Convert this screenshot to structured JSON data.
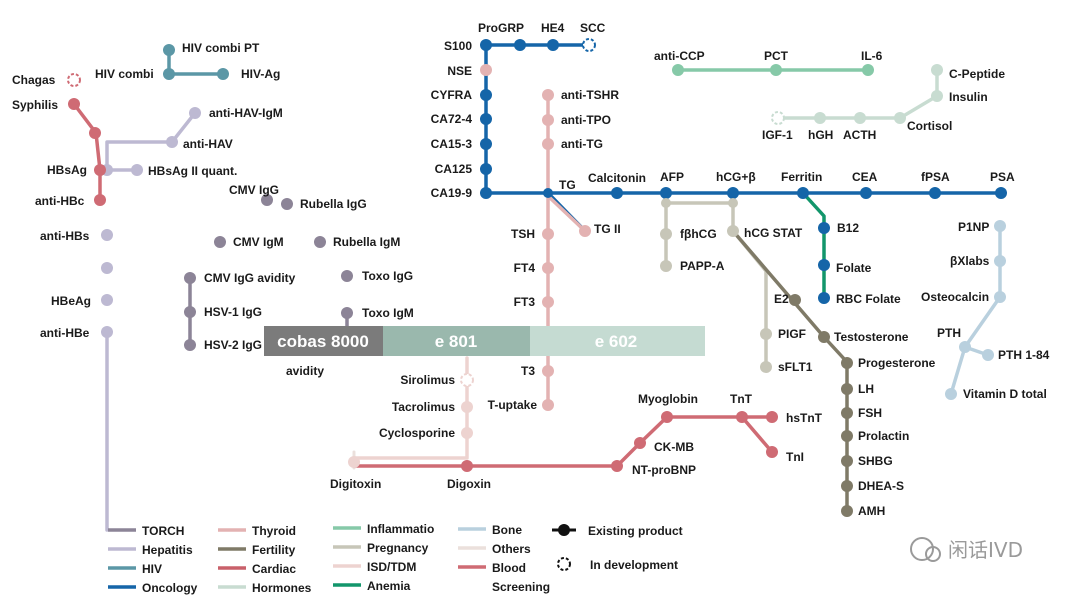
{
  "platform": {
    "bands": [
      {
        "id": "band-cobas-8000",
        "label": "cobas 8000",
        "color": "#7b7b7b"
      },
      {
        "id": "band-e801",
        "label": "e 801",
        "color": "#9ab8ad"
      },
      {
        "id": "band-e602",
        "label": "e 602",
        "color": "#c5dbd2"
      }
    ],
    "avidity_label": "avidity"
  },
  "colors": {
    "torch": "#8c8497",
    "hepatitis": "#bdb9d2",
    "hiv": "#5b97a6",
    "oncology": "#1565a8",
    "thyroid": "#e3b2b2",
    "fertility": "#7f7a67",
    "cardiac": "#c9606a",
    "hormones": "#c8dcd1",
    "inflammation": "#86c9a8",
    "pregnancy": "#c7c6b8",
    "isd": "#edd3d0",
    "anemia": "#12966b",
    "bone": "#b9d0de",
    "others": "#ebe0dc",
    "blood": "#cf6b74"
  },
  "labels": {
    "chagas": "Chagas",
    "syphilis": "Syphilis",
    "hiv_combi_pt": "HIV combi PT",
    "hiv_combi": "HIV combi",
    "hiv_ag": "HIV-Ag",
    "anti_hav_igm": "anti-HAV-IgM",
    "anti_hav": "anti-HAV",
    "hbsag": "HBsAg",
    "hbsag_ii_quant": "HBsAg II quant.",
    "anti_hbc": "anti-HBc",
    "anti_hbs": "anti-HBs",
    "hbeag": "HBeAg",
    "anti_hbe": "anti-HBe",
    "cmv_igg": "CMV IgG",
    "rubella_igg": "Rubella IgG",
    "cmv_igm": "CMV IgM",
    "rubella_igm": "Rubella IgM",
    "cmv_igg_avidity": "CMV IgG avidity",
    "toxo_igg": "Toxo IgG",
    "hsv1_igg": "HSV-1 IgG",
    "toxo_igm": "Toxo IgM",
    "hsv2_igg": "HSV-2 IgG",
    "progrp": "ProGRP",
    "he4": "HE4",
    "scc": "SCC",
    "s100": "S100",
    "nse": "NSE",
    "cyfra": "CYFRA",
    "ca72_4": "CA72-4",
    "ca15_3": "CA15-3",
    "ca125": "CA125",
    "ca19_9": "CA19-9",
    "anti_tshr": "anti-TSHR",
    "anti_tpo": "anti-TPO",
    "anti_tg": "anti-TG",
    "tg": "TG",
    "calcitonin": "Calcitonin",
    "tg_ii": "TG II",
    "tsh": "TSH",
    "ft4": "FT4",
    "ft3": "FT3",
    "t3": "T3",
    "t_uptake": "T-uptake",
    "afp": "AFP",
    "hcg_b": "hCG+β",
    "ferritin": "Ferritin",
    "cea": "CEA",
    "fpsa": "fPSA",
    "psa": "PSA",
    "anti_ccp": "anti-CCP",
    "pct": "PCT",
    "il6": "IL-6",
    "c_peptide": "C-Peptide",
    "insulin": "Insulin",
    "igf1": "IGF-1",
    "hgh": "hGH",
    "acth": "ACTH",
    "cortisol": "Cortisol",
    "fbhcg": "fβhCG",
    "papp_a": "PAPP-A",
    "hcg_stat": "hCG STAT",
    "plgf": "PIGF",
    "sflt1": "sFLT1",
    "b12": "B12",
    "folate": "Folate",
    "rbc_folate": "RBC Folate",
    "e2": "E2",
    "testosterone": "Testosterone",
    "progesterone": "Progesterone",
    "lh": "LH",
    "fsh": "FSH",
    "prolactin": "Prolactin",
    "shbg": "SHBG",
    "dhea_s": "DHEA-S",
    "amh": "AMH",
    "p1np": "P1NP",
    "bxlabs": "βXlabs",
    "osteocalcin": "Osteocalcin",
    "pth": "PTH",
    "pth_1_84": "PTH 1-84",
    "vitamin_d": "Vitamin D total",
    "sirolimus": "Sirolimus",
    "tacrolimus": "Tacrolimus",
    "cyclosporine": "Cyclosporine",
    "digitoxin": "Digitoxin",
    "digoxin": "Digoxin",
    "myoglobin": "Myoglobin",
    "tnt": "TnT",
    "hstnt": "hsTnT",
    "ck_mb": "CK-MB",
    "tni": "TnI",
    "nt_probnp": "NT-proBNP"
  },
  "legend": [
    {
      "label": "TORCH",
      "color": "#8c8497"
    },
    {
      "label": "Hepatitis",
      "color": "#bdb9d2"
    },
    {
      "label": "HIV",
      "color": "#5b97a6"
    },
    {
      "label": "Oncology",
      "color": "#1565a8"
    },
    {
      "label": "Thyroid",
      "color": "#e3b2b2"
    },
    {
      "label": "Fertility",
      "color": "#7f7a67"
    },
    {
      "label": "Cardiac",
      "color": "#c9606a"
    },
    {
      "label": "Hormones",
      "color": "#c8dcd1"
    },
    {
      "label": "Inflammatio",
      "color": "#86c9a8"
    },
    {
      "label": "Pregnancy",
      "color": "#c7c6b8"
    },
    {
      "label": "ISD/TDM",
      "color": "#edd3d0"
    },
    {
      "label": "Anemia",
      "color": "#12966b"
    },
    {
      "label": "Bone",
      "color": "#b9d0de"
    },
    {
      "label": "Others",
      "color": "#ebe0dc"
    },
    {
      "label": "Blood",
      "color": "#cf6b74"
    },
    {
      "label": "Screening",
      "color": ""
    }
  ],
  "status_legend": {
    "existing": "Existing product",
    "development": "In development"
  },
  "watermark": "闲话IVD"
}
